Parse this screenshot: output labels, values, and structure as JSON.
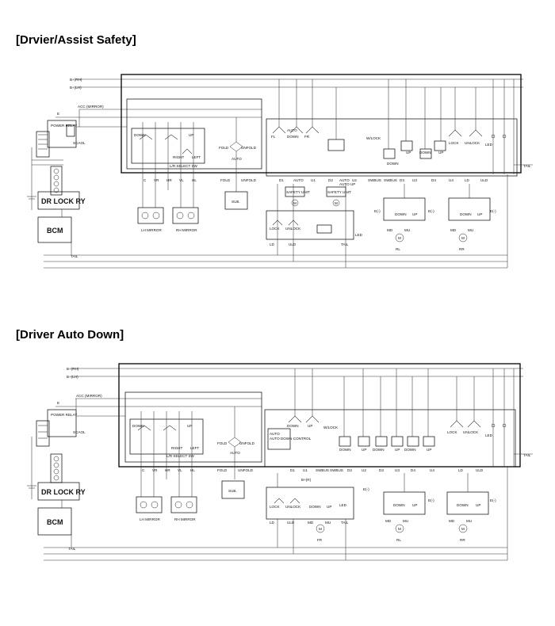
{
  "sections": [
    {
      "title": "[Drvier/Assist Safety]",
      "labels": {
        "b_plus_rh": "B+(RH)",
        "b_plus_lh": "B+(LH)",
        "acc_mirror": "ACC (MIRROR)",
        "e": "E",
        "power_relay": "POWER RELAY",
        "scaol": "SCAOL",
        "dr_lock_ry": "DR LOCK RY",
        "bcm": "BCM",
        "tail": "TAIL",
        "down": "DOWN",
        "up": "UP",
        "right": "RIGHT",
        "left": "LEFT",
        "lr_select_sw": "L/R SELECT SW",
        "fold": "FOLD",
        "unfold": "UNFOLD",
        "auto": "AUTO",
        "sub": "SUB.",
        "lh_mirror": "LH MIRROR",
        "rh_mirror": "RH MIRROR",
        "mirror_pins": [
          "C",
          "VR",
          "HR",
          "VL",
          "HL"
        ],
        "fl": "FL",
        "fr": "FR",
        "rl": "RL",
        "rr": "RR",
        "wlock": "W/LOCK",
        "lock": "LOCK",
        "unlock": "UNLOCK",
        "led": "LED",
        "safety_unit": "SAFETY UNIT",
        "auto_up": "AUTO UP",
        "e_minus": "E(-)",
        "bottom_terminals": [
          "LD",
          "ULD",
          "TAIL"
        ],
        "terminal_row": [
          "D1",
          "AUTO",
          "U1",
          "D2",
          "AUTO",
          "U2",
          "SWBUS",
          "SWBUS",
          "D3",
          "U3",
          "D4",
          "U4",
          "LD",
          "ULD"
        ],
        "motor": "M",
        "m_pins": [
          "MD",
          "MU"
        ]
      }
    },
    {
      "title": "[Driver Auto Down]",
      "labels": {
        "b_plus_rh": "B+(RH)",
        "b_plus_lh": "B+(LH)",
        "acc_mirror": "ACC (MIRROR)",
        "e": "E",
        "power_relay": "POWER RELAY",
        "scaol": "SCAOL",
        "dr_lock_ry": "DR LOCK RY",
        "bcm": "BCM",
        "tail": "TAIL",
        "down": "DOWN",
        "up": "UP",
        "right": "RIGHT",
        "left": "LEFT",
        "lr_select_sw": "L/R SELECT SW",
        "fold": "FOLD",
        "unfold": "UNFOLD",
        "auto": "AUTO",
        "sub": "SUB.",
        "lh_mirror": "LH MIRROR",
        "rh_mirror": "RH MIRROR",
        "mirror_pins": [
          "C",
          "VR",
          "HR",
          "VL",
          "HL"
        ],
        "auto_down_control": "AUTO DOWN CONTROL",
        "fr": "FR",
        "rl": "RL",
        "rr": "RR",
        "wlock": "W/LOCK",
        "lock": "LOCK",
        "unlock": "UNLOCK",
        "led": "LED",
        "b_plus_r": "B+(R)",
        "e_minus": "E(-)",
        "bottom_terminals": [
          "LD",
          "ULD",
          "TAIL"
        ],
        "terminal_row": [
          "D1",
          "U1",
          "SWBUS",
          "SWBUS",
          "D2",
          "U2",
          "D3",
          "U3",
          "D4",
          "U4",
          "LD",
          "ULD"
        ],
        "motor": "M",
        "m_pins": [
          "MD",
          "MU"
        ]
      }
    }
  ]
}
